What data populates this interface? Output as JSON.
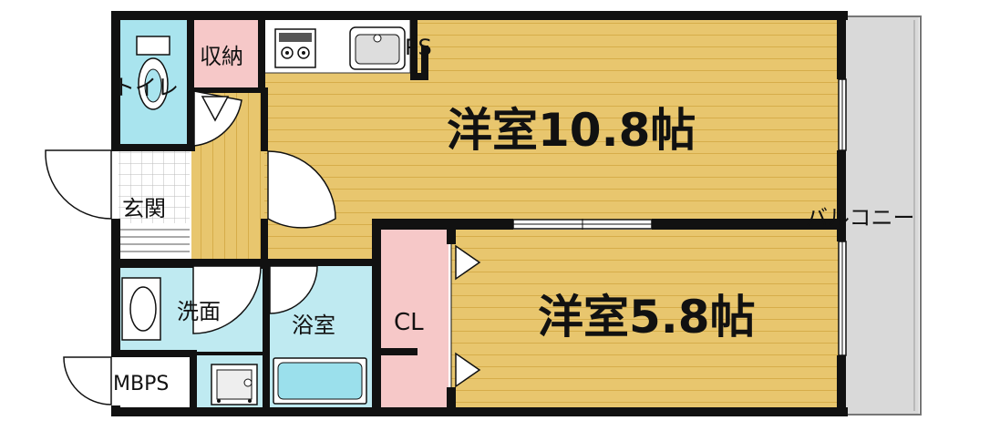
{
  "rooms": {
    "toilet": "トイレ",
    "storage": "収納",
    "entrance": "玄関",
    "western_room_large": "洋室10.8帖",
    "western_room_small": "洋室5.8帖",
    "washroom": "洗面",
    "bathroom": "浴室",
    "closet": "CL",
    "mbps": "MBPS",
    "ps": "PS",
    "balcony": "バルコニー"
  },
  "colors": {
    "wall": "#111111",
    "flooring": "#e8c66e",
    "flooring_line": "#d6ad4a",
    "toilet_fill": "#a9e4ee",
    "storage_fill": "#f6c8c8",
    "entrance_fill": "#ffffff",
    "wet_fill": "#bfeaf1",
    "balcony_fill": "#d9d9d9",
    "bathtub_fill": "#9be0ec"
  },
  "icons": {
    "stove": "stove-icon",
    "sink": "kitchen-sink-icon",
    "toilet": "toilet-icon",
    "basin": "wash-basin-icon",
    "washer": "washing-machine-icon",
    "bathtub": "bathtub-icon"
  }
}
